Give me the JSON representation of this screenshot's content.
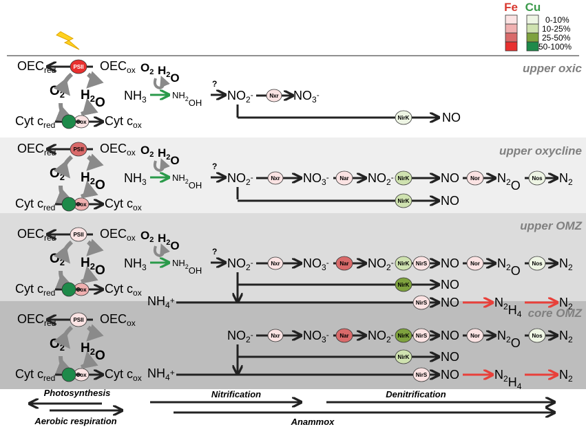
{
  "legend": {
    "fe_header": "Fe",
    "cu_header": "Cu",
    "ranges": [
      "0-10%",
      "10-25%",
      "25-50%",
      "50-100%"
    ],
    "fe_colors": [
      "#fbe3e3",
      "#f0b0b0",
      "#d96a6a",
      "#e8302f"
    ],
    "cu_colors": [
      "#eef5e4",
      "#cfe2b0",
      "#7ea23e",
      "#1e8a4a"
    ],
    "header_colors": {
      "fe": "#d8382f",
      "cu": "#3b9a4b"
    }
  },
  "zones": [
    {
      "label": "upper oxic",
      "background": "#ffffff"
    },
    {
      "label": "upper oxycline",
      "background": "#efefef"
    },
    {
      "label": "upper OMZ",
      "background": "#dcdcdc"
    },
    {
      "label": "core OMZ",
      "background": "#bdbdbd"
    }
  ],
  "terms": {
    "oec": "OEC",
    "red": "red",
    "ox": "ox",
    "cyt_c": "Cyt c",
    "o2": "O",
    "two": "2",
    "h2o": "H",
    "o": "O",
    "nh3": "NH",
    "three": "3",
    "nh2oh": "NH",
    "two_oh": "2",
    "oh": "OH",
    "no2": "NO",
    "minus": "-",
    "no3": "NO",
    "no": "NO",
    "n2o_n": "N",
    "n2o_o": "O",
    "n2": "N",
    "n2h4_n": "N",
    "n2h4_h": "H",
    "four": "4",
    "nh4": "NH",
    "four_plus": "4",
    "plus": "+",
    "question": "?"
  },
  "enzymes": {
    "psii": "PSII",
    "cox": "Cox",
    "nxr": "Nxr",
    "nar": "Nar",
    "nirk": "NirK",
    "nirs": "NirS",
    "nor": "Nor",
    "nos": "Nos"
  },
  "processes": {
    "photosynthesis": "Photosynthesis",
    "aerobic_respiration": "Aerobic respiration",
    "nitrification": "Nitrification",
    "denitrification": "Denitrification",
    "anammox": "Anammox"
  },
  "icons": {
    "sun": "lightning-bolt-icon"
  },
  "colors": {
    "arrow": "#222222",
    "amo_arrow": "#2a9a4a",
    "anammox_arrow": "#e8403a"
  }
}
